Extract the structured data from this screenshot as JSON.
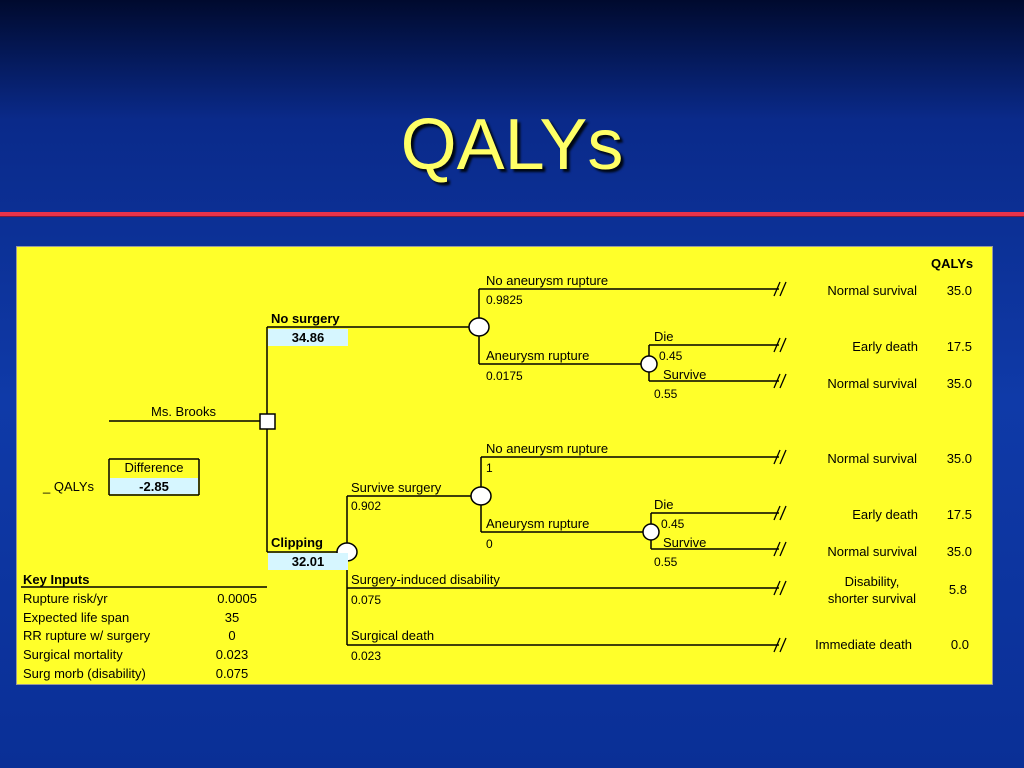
{
  "slide": {
    "title": "QALYs"
  },
  "tree": {
    "qalys_header": "QALYs",
    "root_label": "Ms. Brooks",
    "difference_label": "Difference",
    "difference_value": "-2.85",
    "qalys_row_label": "_ QALYs",
    "no_surgery": {
      "label": "No surgery",
      "value": "34.86",
      "no_rupture": {
        "label": "No aneurysm rupture",
        "prob": "0.9825",
        "outcome": "Normal survival",
        "qalys": "35.0"
      },
      "rupture": {
        "label": "Aneurysm rupture",
        "prob": "0.0175",
        "die": {
          "label": "Die",
          "prob": "0.45",
          "outcome": "Early death",
          "qalys": "17.5"
        },
        "survive": {
          "label": "Survive",
          "prob": "0.55",
          "outcome": "Normal survival",
          "qalys": "35.0"
        }
      }
    },
    "clipping": {
      "label": "Clipping",
      "value": "32.01",
      "survive_surgery": {
        "label": "Survive surgery",
        "prob": "0.902",
        "no_rupture": {
          "label": "No aneurysm rupture",
          "prob": "1",
          "outcome": "Normal survival",
          "qalys": "35.0"
        },
        "rupture": {
          "label": "Aneurysm rupture",
          "prob": "0",
          "die": {
            "label": "Die",
            "prob": "0.45",
            "outcome": "Early death",
            "qalys": "17.5"
          },
          "survive": {
            "label": "Survive",
            "prob": "0.55",
            "outcome": "Normal survival",
            "qalys": "35.0"
          }
        }
      },
      "disability": {
        "label": "Surgery-induced disability",
        "prob": "0.075",
        "outcome_line1": "Disability,",
        "outcome_line2": "shorter survival",
        "qalys": "5.8"
      },
      "death": {
        "label": "Surgical death",
        "prob": "0.023",
        "outcome": "Immediate death",
        "qalys": "0.0"
      }
    }
  },
  "key_inputs": {
    "title": "Key Inputs",
    "rows": [
      {
        "label": "Rupture risk/yr",
        "value": "0.0005"
      },
      {
        "label": "Expected life span",
        "value": "35"
      },
      {
        "label": "RR rupture w/ surgery",
        "value": "0"
      },
      {
        "label": "Surgical mortality",
        "value": "0.023"
      },
      {
        "label": "Surg morb (disability)",
        "value": "0.075"
      }
    ]
  },
  "colors": {
    "panel": "#ffff2a",
    "value_box": "#d6f6ff",
    "title": "#ffff66",
    "divider": "#e8334a"
  }
}
